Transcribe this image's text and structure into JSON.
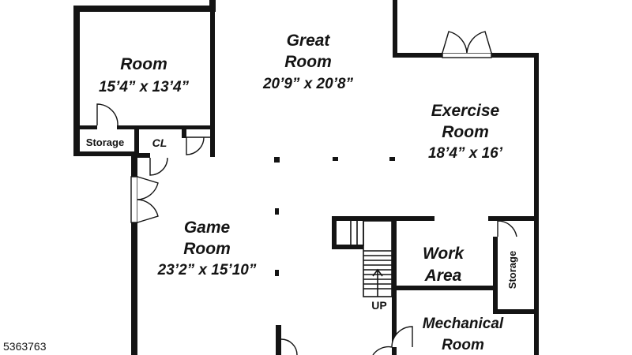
{
  "rooms": {
    "room": {
      "name": "Room",
      "dims": "15’4” x 13’4”"
    },
    "great_room": {
      "name_line1": "Great",
      "name_line2": "Room",
      "dims": "20’9” x 20’8”"
    },
    "exercise_room": {
      "name_line1": "Exercise",
      "name_line2": "Room",
      "dims": "18’4” x 16’"
    },
    "game_room": {
      "name_line1": "Game",
      "name_line2": "Room",
      "dims": "23’2” x 15’10”"
    },
    "work_area": {
      "name_line1": "Work",
      "name_line2": "Area"
    },
    "mechanical_room": {
      "name_line1": "Mechanical",
      "name_line2": "Room"
    },
    "storage_left": {
      "name": "Storage"
    },
    "storage_right": {
      "name": "Storage"
    },
    "closet": {
      "name": "CL"
    }
  },
  "stairs": {
    "label": "UP"
  },
  "listing": {
    "id": "5363763"
  },
  "colors": {
    "wall": "#141414",
    "background": "#ffffff"
  }
}
